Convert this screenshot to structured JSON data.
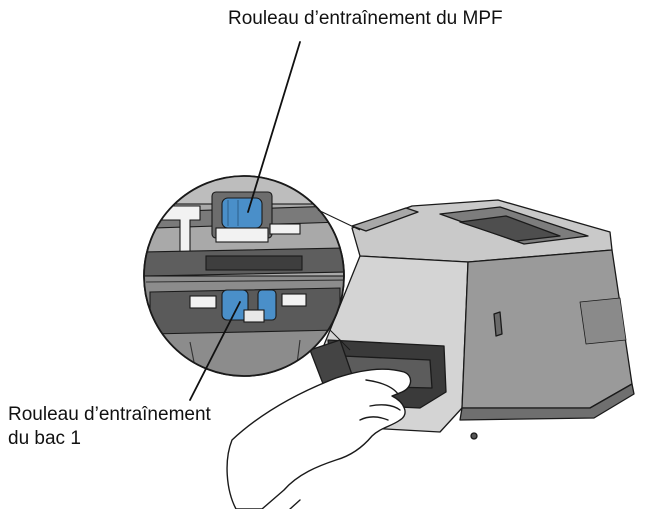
{
  "labels": {
    "mpf_roller": "Rouleau d’entraînement du MPF",
    "tray1_roller_line1": "Rouleau d’entraînement",
    "tray1_roller_line2": "du bac 1"
  },
  "colors": {
    "roller_blue": "#4a8fc9",
    "printer_light": "#bdbdbd",
    "printer_mid": "#8f8f8f",
    "printer_dark": "#5a5a5a",
    "outline": "#1a1a1a",
    "hand_fill": "#ffffff"
  }
}
